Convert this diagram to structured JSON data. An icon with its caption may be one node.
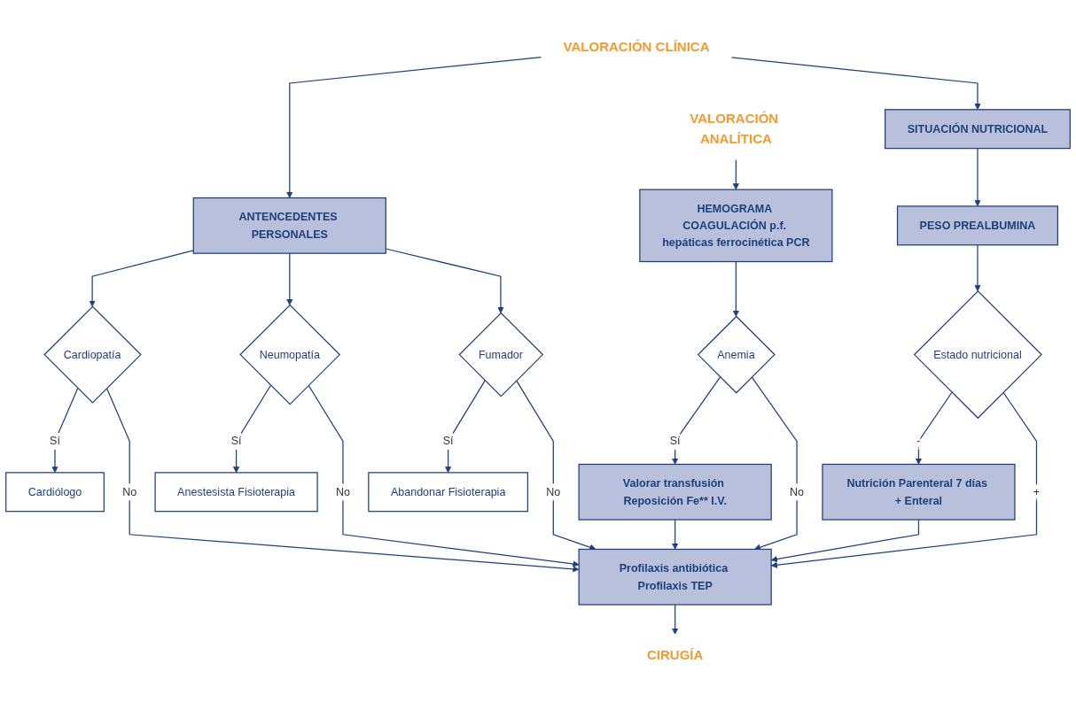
{
  "diagram": {
    "nodes": [
      {
        "text": [
          "VALORACIÓN CLÍNICA"
        ]
      },
      {
        "text": [
          "VALORACIÓN ANALÍTICA"
        ]
      },
      {
        "text": [
          "ANTENCEDENTES PERSONALES"
        ]
      },
      {
        "text": [
          "SITUACIÓN NUTRICIONAL"
        ]
      },
      {
        "text": [
          "HEMOGRAMA COAGULACIÓN p.f. hepáticas ferrocinética PCR"
        ]
      },
      {
        "text": [
          "Cardiopatía"
        ]
      },
      {
        "text": [
          "Neumopatía"
        ]
      },
      {
        "text": [
          "Fumador"
        ]
      },
      {
        "text": [
          "PESO PREALBUMINA"
        ]
      },
      {
        "text": [
          "Estado nutricional"
        ]
      },
      {
        "text": [
          "Anemia"
        ]
      },
      {
        "text": [
          "Cardiólogo"
        ]
      },
      {
        "text": [
          "Anestesista Fisioterapia"
        ]
      },
      {
        "text": [
          "Abandonar Fisioterapia"
        ]
      },
      {
        "text": [
          "Nutrición Parenteral 7 días + Enteral"
        ]
      },
      {
        "text": [
          "Valorar transfusión Reposición Fe** I.V."
        ]
      },
      {
        "text": [
          "Profilaxis antibiótica Profilaxis TEP"
        ]
      },
      {
        "text": [
          "CIRUGÍA"
        ]
      }
    ],
    "edges": [
      {
        "from": 0,
        "to": 2,
        "arrow": "to"
      },
      {
        "from": 0,
        "to": 3,
        "arrow": "to"
      },
      {
        "from": 1,
        "to": 4,
        "arrow": "to"
      },
      {
        "from": 2,
        "to": 5,
        "arrow": "to"
      },
      {
        "from": 2,
        "to": 6,
        "arrow": "to"
      },
      {
        "from": 2,
        "to": 7,
        "arrow": "to"
      },
      {
        "from": 5,
        "to": 11,
        "label": "Sí",
        "arrow": "to"
      },
      {
        "from": 6,
        "to": 12,
        "label": "Sí",
        "arrow": "to"
      },
      {
        "from": 7,
        "to": 13,
        "label": "Sí",
        "arrow": "to"
      },
      {
        "from": 5,
        "to": 16,
        "label": "No",
        "arrow": "to"
      },
      {
        "from": 6,
        "to": 16,
        "label": "No",
        "arrow": "to"
      },
      {
        "from": 7,
        "to": 16,
        "label": "No",
        "arrow": "to"
      },
      {
        "from": 3,
        "to": 8,
        "arrow": "to"
      },
      {
        "from": 8,
        "to": 9,
        "arrow": "to"
      },
      {
        "from": 9,
        "to": 14,
        "label": "-",
        "arrow": "to"
      },
      {
        "from": 9,
        "to": 16,
        "label": "+",
        "arrow": "to"
      },
      {
        "from": 4,
        "to": 10,
        "arrow": "to"
      },
      {
        "from": 10,
        "to": 15,
        "label": "Sí",
        "arrow": "to"
      },
      {
        "from": 10,
        "to": 16,
        "label": "No",
        "arrow": "to"
      },
      {
        "from": 14,
        "to": 16,
        "arrow": "to"
      },
      {
        "from": 15,
        "to": 16,
        "arrow": "to"
      },
      {
        "from": 16,
        "to": 17,
        "arrow": "to"
      }
    ]
  }
}
